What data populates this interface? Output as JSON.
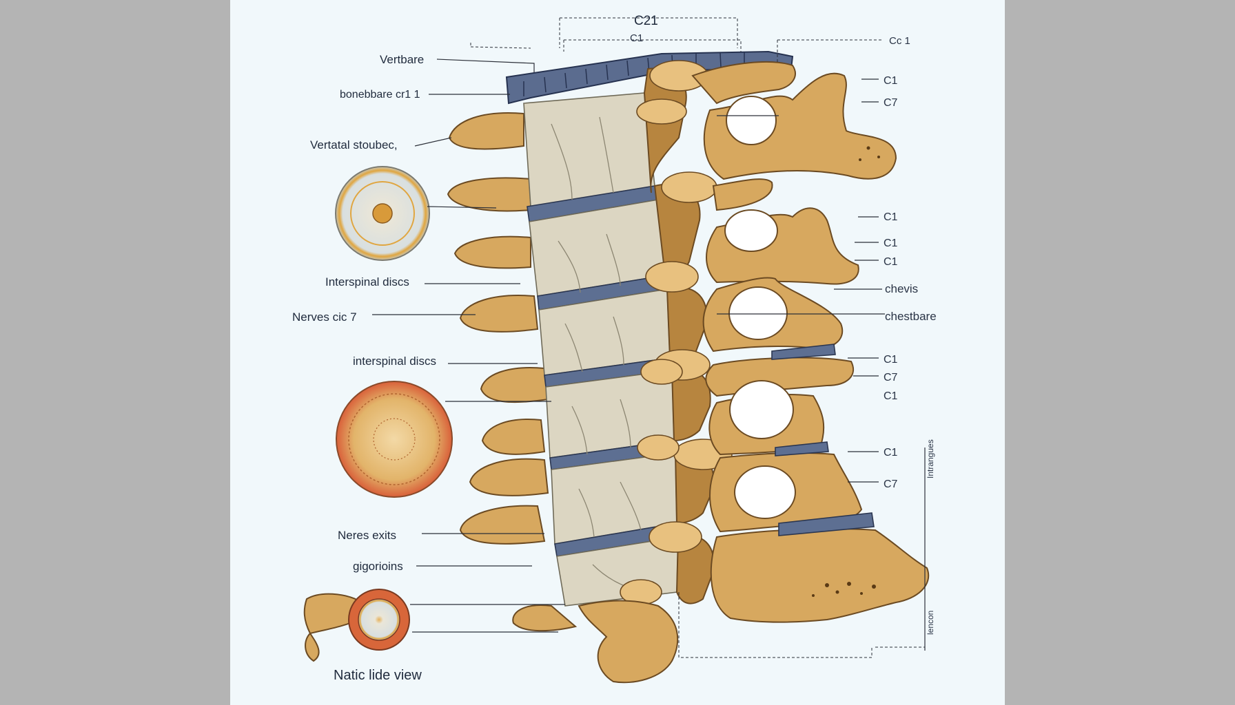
{
  "colors": {
    "background_sides": "#b4b4b4",
    "canvas": "#f1f8fb",
    "bone": "#d7a85f",
    "bone_shadow": "#b7853f",
    "vertebral_body": "#dcd6c2",
    "disc": "#5d6f92",
    "label_text": "#1f2a3c"
  },
  "labels": {
    "left": {
      "vertbare": "Vertbare",
      "bonebbare": "bonebbare cr1 1",
      "vertatal_stoubec": "Vertatal stoubec,",
      "interspinal_discs_1": "Interspinal discs",
      "nerves_cic7": "Nerves cic 7",
      "interspinal_discs_2": "interspinal discs",
      "neres_exits": "Neres exits",
      "gigorioins": "gigorioins",
      "caption": "Natic lide view"
    },
    "top": {
      "c21": "C21",
      "c1_top": "C1",
      "c1_corner": "Cc 1"
    },
    "right": {
      "r1": "C1",
      "r2": "C7",
      "r3": "C1",
      "r4": "C1",
      "r5": "C1",
      "chevis": "chevis",
      "chestbare": "chestbare",
      "r6": "C1",
      "r7": "C7",
      "r8": "C1",
      "r9": "C1",
      "r10": "C7",
      "vertical_upper": "Intrangues",
      "vertical_lower": "lencon"
    }
  }
}
